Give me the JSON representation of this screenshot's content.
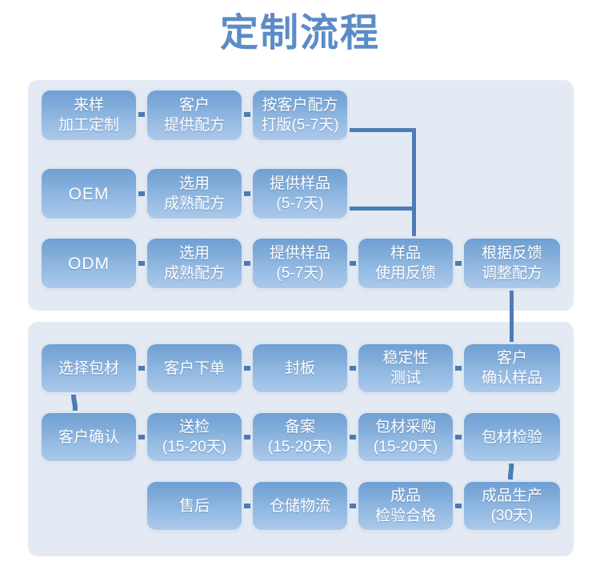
{
  "title": "定制流程",
  "colors": {
    "title": "#5b8cc6",
    "panel_bg": "#e4eaf3",
    "box_top": "#6f9fd3",
    "box_bottom": "#abc9ea",
    "connector": "#4c7cb5",
    "box_text": "#ffffff",
    "page_bg": "#ffffff"
  },
  "panel1": {
    "rows": [
      {
        "name": "incoming-sample-row",
        "boxes": [
          {
            "label": "来样\n加工定制"
          },
          {
            "label": "客户\n提供配方"
          },
          {
            "label": "按客户配方\n打版(5-7天)"
          }
        ]
      },
      {
        "name": "oem-row",
        "boxes": [
          {
            "label": "OEM"
          },
          {
            "label": "选用\n成熟配方"
          },
          {
            "label": "提供样品\n(5-7天)"
          }
        ]
      },
      {
        "name": "odm-row",
        "boxes": [
          {
            "label": "ODM"
          },
          {
            "label": "选用\n成熟配方"
          },
          {
            "label": "提供样品\n(5-7天)"
          },
          {
            "label": "样品\n使用反馈"
          },
          {
            "label": "根据反馈\n调整配方"
          }
        ]
      }
    ]
  },
  "panel2": {
    "rows": [
      {
        "name": "packaging-row",
        "boxes": [
          {
            "label": "选择包材"
          },
          {
            "label": "客户下单"
          },
          {
            "label": "封板"
          },
          {
            "label": "稳定性\n测试"
          },
          {
            "label": "客户\n确认样品"
          }
        ]
      },
      {
        "name": "inspection-row",
        "boxes": [
          {
            "label": "客户确认"
          },
          {
            "label": "送检\n(15-20天)"
          },
          {
            "label": "备案\n(15-20天)"
          },
          {
            "label": "包材采购\n(15-20天)"
          },
          {
            "label": "包材检验"
          }
        ]
      },
      {
        "name": "production-row",
        "boxes": [
          {
            "label": "售后"
          },
          {
            "label": "仓储物流"
          },
          {
            "label": "成品\n检验合格"
          },
          {
            "label": "成品生产\n(30天)"
          }
        ]
      }
    ]
  }
}
